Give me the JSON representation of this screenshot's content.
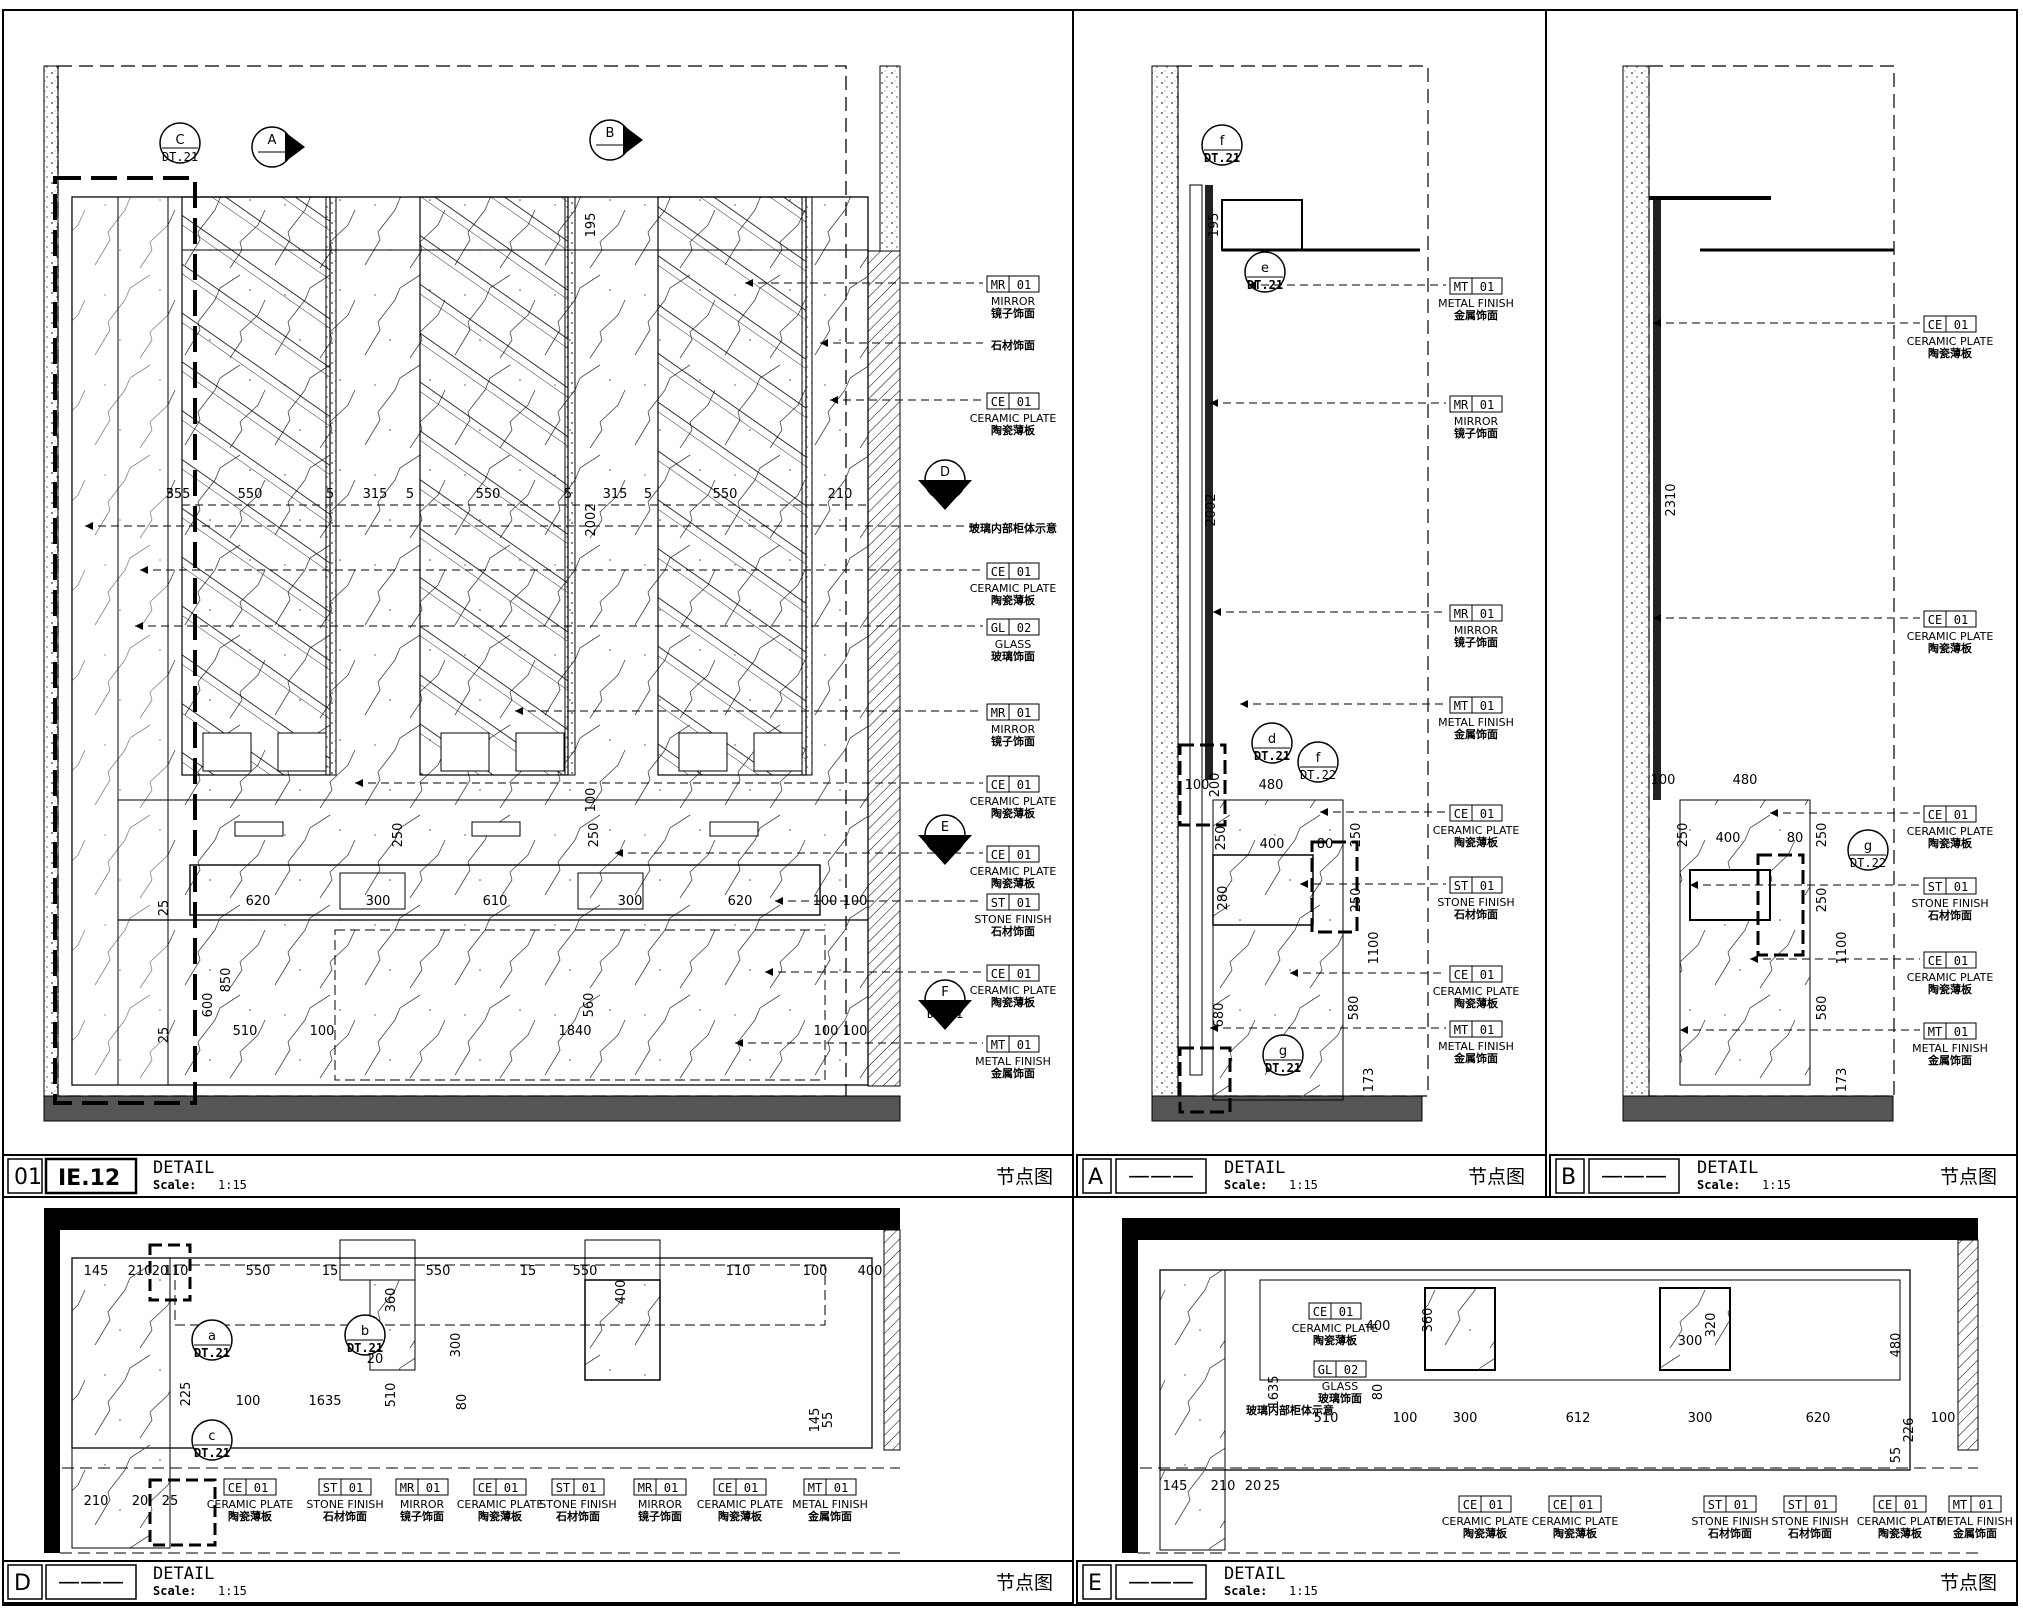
{
  "panels": {
    "p01": {
      "id": "01",
      "ref": "IE.12",
      "title": "DETAIL",
      "scale_label": "Scale:",
      "scale": "1:15",
      "cn": "节点图"
    },
    "pA": {
      "id": "A",
      "ref": "———",
      "title": "DETAIL",
      "scale_label": "Scale:",
      "scale": "1:15",
      "cn": "节点图"
    },
    "pB": {
      "id": "B",
      "ref": "———",
      "title": "DETAIL",
      "scale_label": "Scale:",
      "scale": "1:15",
      "cn": "节点图"
    },
    "pD": {
      "id": "D",
      "ref": "———",
      "title": "DETAIL",
      "scale_label": "Scale:",
      "scale": "1:15",
      "cn": "节点图"
    },
    "pE": {
      "id": "E",
      "ref": "———",
      "title": "DETAIL",
      "scale_label": "Scale:",
      "scale": "1:15",
      "cn": "节点图"
    }
  },
  "markers": {
    "m1": {
      "letter": "C",
      "ref": "DT.21"
    },
    "m2": {
      "letter": "A",
      "ref": ""
    },
    "m3": {
      "letter": "B",
      "ref": ""
    },
    "m4": {
      "letter": "D",
      "ref": ""
    },
    "m5": {
      "letter": "E",
      "ref": ""
    },
    "m6": {
      "letter": "F",
      "ref": "DT.21"
    },
    "m7": {
      "letter": "f",
      "ref": "DT.21"
    },
    "m8": {
      "letter": "e",
      "ref": "DT.21"
    },
    "m9": {
      "letter": "d",
      "ref": "DT.21"
    },
    "m10": {
      "letter": "f",
      "ref": "DT.22"
    },
    "m11": {
      "letter": "g",
      "ref": "DT.21"
    },
    "m12": {
      "letter": "g",
      "ref": "DT.22"
    },
    "m13": {
      "letter": "a",
      "ref": "DT.21"
    },
    "m14": {
      "letter": "b",
      "ref": "DT.21"
    },
    "m15": {
      "letter": "c",
      "ref": "DT.21"
    }
  },
  "tags_01": [
    {
      "code": "MR",
      "num": "01",
      "en": "MIRROR",
      "cn": "镜子饰面"
    },
    {
      "code": "",
      "num": "",
      "en": "",
      "cn": "石材饰面"
    },
    {
      "code": "CE",
      "num": "01",
      "en": "CERAMIC PLATE",
      "cn": "陶瓷薄板"
    },
    {
      "code": "",
      "num": "",
      "en": "",
      "cn": "玻璃内部柜体示意"
    },
    {
      "code": "CE",
      "num": "01",
      "en": "CERAMIC PLATE",
      "cn": "陶瓷薄板"
    },
    {
      "code": "GL",
      "num": "02",
      "en": "GLASS",
      "cn": "玻璃饰面"
    },
    {
      "code": "MR",
      "num": "01",
      "en": "MIRROR",
      "cn": "镜子饰面"
    },
    {
      "code": "CE",
      "num": "01",
      "en": "CERAMIC PLATE",
      "cn": "陶瓷薄板"
    },
    {
      "code": "CE",
      "num": "01",
      "en": "CERAMIC PLATE",
      "cn": "陶瓷薄板"
    },
    {
      "code": "ST",
      "num": "01",
      "en": "STONE FINISH",
      "cn": "石材饰面"
    },
    {
      "code": "CE",
      "num": "01",
      "en": "CERAMIC PLATE",
      "cn": "陶瓷薄板"
    },
    {
      "code": "MT",
      "num": "01",
      "en": "METAL FINISH",
      "cn": "金属饰面"
    }
  ],
  "tags_A": [
    {
      "code": "MT",
      "num": "01",
      "en": "METAL FINISH",
      "cn": "金属饰面"
    },
    {
      "code": "MR",
      "num": "01",
      "en": "MIRROR",
      "cn": "镜子饰面"
    },
    {
      "code": "MR",
      "num": "01",
      "en": "MIRROR",
      "cn": "镜子饰面"
    },
    {
      "code": "MT",
      "num": "01",
      "en": "METAL FINISH",
      "cn": "金属饰面"
    },
    {
      "code": "CE",
      "num": "01",
      "en": "CERAMIC PLATE",
      "cn": "陶瓷薄板"
    },
    {
      "code": "ST",
      "num": "01",
      "en": "STONE FINISH",
      "cn": "石材饰面"
    },
    {
      "code": "CE",
      "num": "01",
      "en": "CERAMIC PLATE",
      "cn": "陶瓷薄板"
    },
    {
      "code": "MT",
      "num": "01",
      "en": "METAL FINISH",
      "cn": "金属饰面"
    }
  ],
  "tags_B": [
    {
      "code": "CE",
      "num": "01",
      "en": "CERAMIC PLATE",
      "cn": "陶瓷薄板"
    },
    {
      "code": "CE",
      "num": "01",
      "en": "CERAMIC PLATE",
      "cn": "陶瓷薄板"
    },
    {
      "code": "CE",
      "num": "01",
      "en": "CERAMIC PLATE",
      "cn": "陶瓷薄板"
    },
    {
      "code": "ST",
      "num": "01",
      "en": "STONE FINISH",
      "cn": "石材饰面"
    },
    {
      "code": "CE",
      "num": "01",
      "en": "CERAMIC PLATE",
      "cn": "陶瓷薄板"
    },
    {
      "code": "MT",
      "num": "01",
      "en": "METAL FINISH",
      "cn": "金属饰面"
    }
  ],
  "tags_D": [
    {
      "code": "CE",
      "num": "01",
      "en": "CERAMIC PLATE",
      "cn": "陶瓷薄板"
    },
    {
      "code": "ST",
      "num": "01",
      "en": "STONE FINISH",
      "cn": "石材饰面"
    },
    {
      "code": "MR",
      "num": "01",
      "en": "MIRROR",
      "cn": "镜子饰面"
    },
    {
      "code": "CE",
      "num": "01",
      "en": "CERAMIC PLATE",
      "cn": "陶瓷薄板"
    },
    {
      "code": "ST",
      "num": "01",
      "en": "STONE FINISH",
      "cn": "石材饰面"
    },
    {
      "code": "MR",
      "num": "01",
      "en": "MIRROR",
      "cn": "镜子饰面"
    },
    {
      "code": "CE",
      "num": "01",
      "en": "CERAMIC PLATE",
      "cn": "陶瓷薄板"
    },
    {
      "code": "MT",
      "num": "01",
      "en": "METAL FINISH",
      "cn": "金属饰面"
    }
  ],
  "tags_E": [
    {
      "code": "CE",
      "num": "01",
      "en": "CERAMIC PLATE",
      "cn": "陶瓷薄板"
    },
    {
      "code": "GL",
      "num": "02",
      "en": "GLASS",
      "cn": "玻璃饰面"
    },
    {
      "code": "",
      "num": "",
      "en": "",
      "cn": "玻璃内部柜体示意"
    },
    {
      "code": "CE",
      "num": "01",
      "en": "CERAMIC PLATE",
      "cn": "陶瓷薄板"
    },
    {
      "code": "CE",
      "num": "01",
      "en": "CERAMIC PLATE",
      "cn": "陶瓷薄板"
    },
    {
      "code": "ST",
      "num": "01",
      "en": "STONE FINISH",
      "cn": "石材饰面"
    },
    {
      "code": "ST",
      "num": "01",
      "en": "STONE FINISH",
      "cn": "石材饰面"
    },
    {
      "code": "CE",
      "num": "01",
      "en": "CERAMIC PLATE",
      "cn": "陶瓷薄板"
    },
    {
      "code": "MT",
      "num": "01",
      "en": "METAL FINISH",
      "cn": "金属饰面"
    }
  ],
  "dims_01": [
    "550",
    "315",
    "550",
    "315",
    "550",
    "5",
    "5",
    "5",
    "5",
    "5",
    "210",
    "195",
    "2002",
    "250",
    "250",
    "620",
    "300",
    "610",
    "300",
    "620",
    "100",
    "100",
    "510",
    "100",
    "1840",
    "100",
    "100",
    "600",
    "850",
    "560",
    "25",
    "25",
    "100",
    "355"
  ],
  "dims_A": [
    "195",
    "2002",
    "100",
    "480",
    "200",
    "250",
    "400",
    "80",
    "250",
    "250",
    "280",
    "1100",
    "580",
    "680",
    "173"
  ],
  "dims_B": [
    "2310",
    "100",
    "480",
    "250",
    "400",
    "80",
    "250",
    "250",
    "1100",
    "580",
    "173"
  ],
  "dims_D": [
    "145",
    "210",
    "20",
    "110",
    "550",
    "15",
    "550",
    "15",
    "550",
    "110",
    "100",
    "400",
    "400",
    "360",
    "300",
    "20",
    "80",
    "510",
    "100",
    "1635",
    "225",
    "55",
    "145",
    "210",
    "20",
    "25"
  ],
  "dims_E": [
    "400",
    "360",
    "320",
    "480",
    "300",
    "1635",
    "80",
    "510",
    "100",
    "300",
    "612",
    "300",
    "620",
    "226",
    "100",
    "55",
    "145",
    "210",
    "20",
    "25"
  ]
}
